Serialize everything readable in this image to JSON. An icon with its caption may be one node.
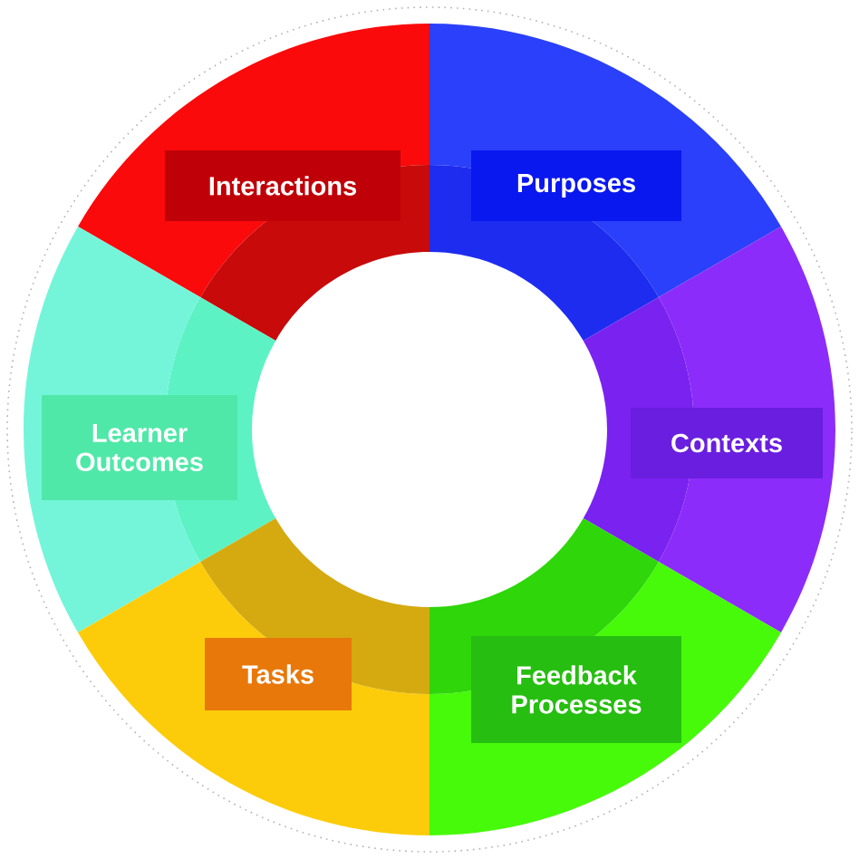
{
  "diagram": {
    "nodes": [
      {
        "text": [
          "Interactions"
        ]
      },
      {
        "text": [
          "Purposes"
        ]
      },
      {
        "text": [
          "Contexts"
        ]
      },
      {
        "text": [
          "Learner Outcomes"
        ]
      },
      {
        "text": [
          "Tasks"
        ]
      },
      {
        "text": [
          "Feedback Processes"
        ]
      }
    ]
  }
}
